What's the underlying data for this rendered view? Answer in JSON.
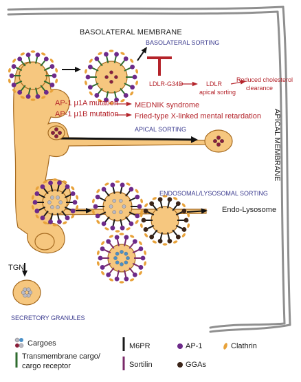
{
  "membranes": {
    "basolateral": "BASOLATERAL MEMBRANE",
    "apical": "APICAL MEMBRANE"
  },
  "sorting": {
    "basolateral": "BASOLATERAL SORTING",
    "apical": "APICAL SORTING",
    "endosomal": "ENDOSOMAL/LYSOSOMAL SORTING"
  },
  "pathway": {
    "ldlr_mutant": "LDLR-G34D",
    "ldlr_apical_1": "LDLR",
    "ldlr_apical_2": "apical sorting",
    "reduced_1": "Reduced cholesterol",
    "reduced_2": "clearance"
  },
  "mutations": {
    "mu1a": "AP-1 μ1A mutation",
    "mu1b": "AP-1 μ1B mutation",
    "mednik": "MEDNIK syndrome",
    "fried": "Fried-type X-linked mental retardation"
  },
  "labels": {
    "tgn": "TGN",
    "secretory": "SECRETORY GRANULES",
    "endo_lysosome": "Endo-Lysosome"
  },
  "legend": {
    "cargoes": "Cargoes",
    "transmembrane_1": "Transmembrane cargo/",
    "transmembrane_2": "cargo receptor",
    "m6pr": "M6PR",
    "sortilin": "Sortilin",
    "ap1": "AP-1",
    "ggas": "GGAs",
    "clathrin": "Clathrin"
  },
  "colors": {
    "cell": "#f6c77f",
    "cell_outline": "#a56a20",
    "ap1": "#6d2a8a",
    "clathrin": "#e8a23a",
    "ggas": "#3a2418",
    "m6pr": "#1a1a1a",
    "sortilin": "#7a2a6a",
    "transmembrane": "#2e6b2e",
    "cargo_red": "#8a1f3a",
    "cargo_gray": "#b9b9c4",
    "cargo_blue": "#4a90c8",
    "membrane": "#9a9a9a",
    "mutation_red": "#b4232a"
  }
}
